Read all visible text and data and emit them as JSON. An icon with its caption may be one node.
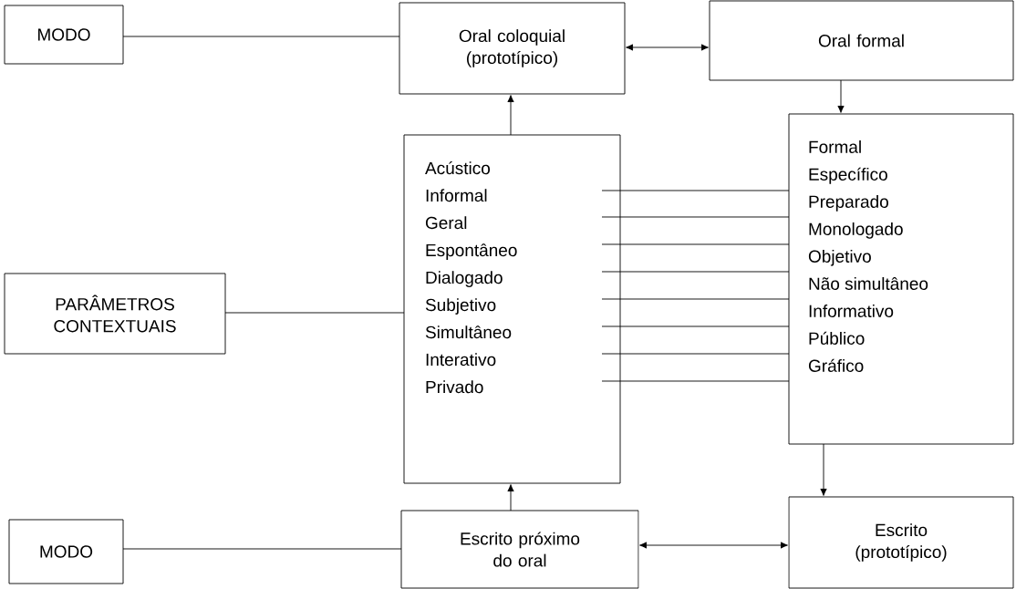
{
  "diagram": {
    "nodes": [
      {
        "text": [
          "MODO"
        ]
      },
      {
        "text": [
          "Oral coloquial (prototípico)"
        ]
      },
      {
        "text": [
          "Oral formal"
        ]
      },
      {
        "text": [
          "Acústico",
          "Informal",
          "Geral",
          "Espontâneo",
          "Dialogado",
          "Subjetivo",
          "Simultâneo",
          "Interativo",
          "Privado"
        ]
      },
      {
        "text": [
          "Formal",
          "Específico",
          "Preparado",
          "Monologado",
          "Objetivo",
          "Não simultâneo",
          "Informativo",
          "Público",
          "Gráfico"
        ]
      },
      {
        "text": [
          "PARÂMETROS CONTEXTUAIS"
        ]
      },
      {
        "text": [
          "MODO"
        ]
      },
      {
        "text": [
          "Escrito próximo do oral"
        ]
      },
      {
        "text": [
          "Escrito (prototípico)"
        ]
      }
    ],
    "edges": [
      {
        "from": 0,
        "to": 1,
        "arrow": "none"
      },
      {
        "from": 1,
        "to": 2,
        "arrow": "both"
      },
      {
        "from": 2,
        "to": 4,
        "arrow": "to"
      },
      {
        "from": 3,
        "to": 1,
        "arrow": "to"
      },
      {
        "from": 5,
        "to": 3,
        "arrow": "none"
      },
      {
        "from": 3,
        "to": 4,
        "arrow": "none"
      },
      {
        "from": 3,
        "to": 4,
        "arrow": "none"
      },
      {
        "from": 3,
        "to": 4,
        "arrow": "none"
      },
      {
        "from": 3,
        "to": 4,
        "arrow": "none"
      },
      {
        "from": 3,
        "to": 4,
        "arrow": "none"
      },
      {
        "from": 3,
        "to": 4,
        "arrow": "none"
      },
      {
        "from": 3,
        "to": 4,
        "arrow": "none"
      },
      {
        "from": 3,
        "to": 4,
        "arrow": "none"
      },
      {
        "from": 4,
        "to": 8,
        "arrow": "to"
      },
      {
        "from": 6,
        "to": 7,
        "arrow": "none"
      },
      {
        "from": 7,
        "to": 3,
        "arrow": "to"
      },
      {
        "from": 7,
        "to": 8,
        "arrow": "both"
      }
    ]
  }
}
